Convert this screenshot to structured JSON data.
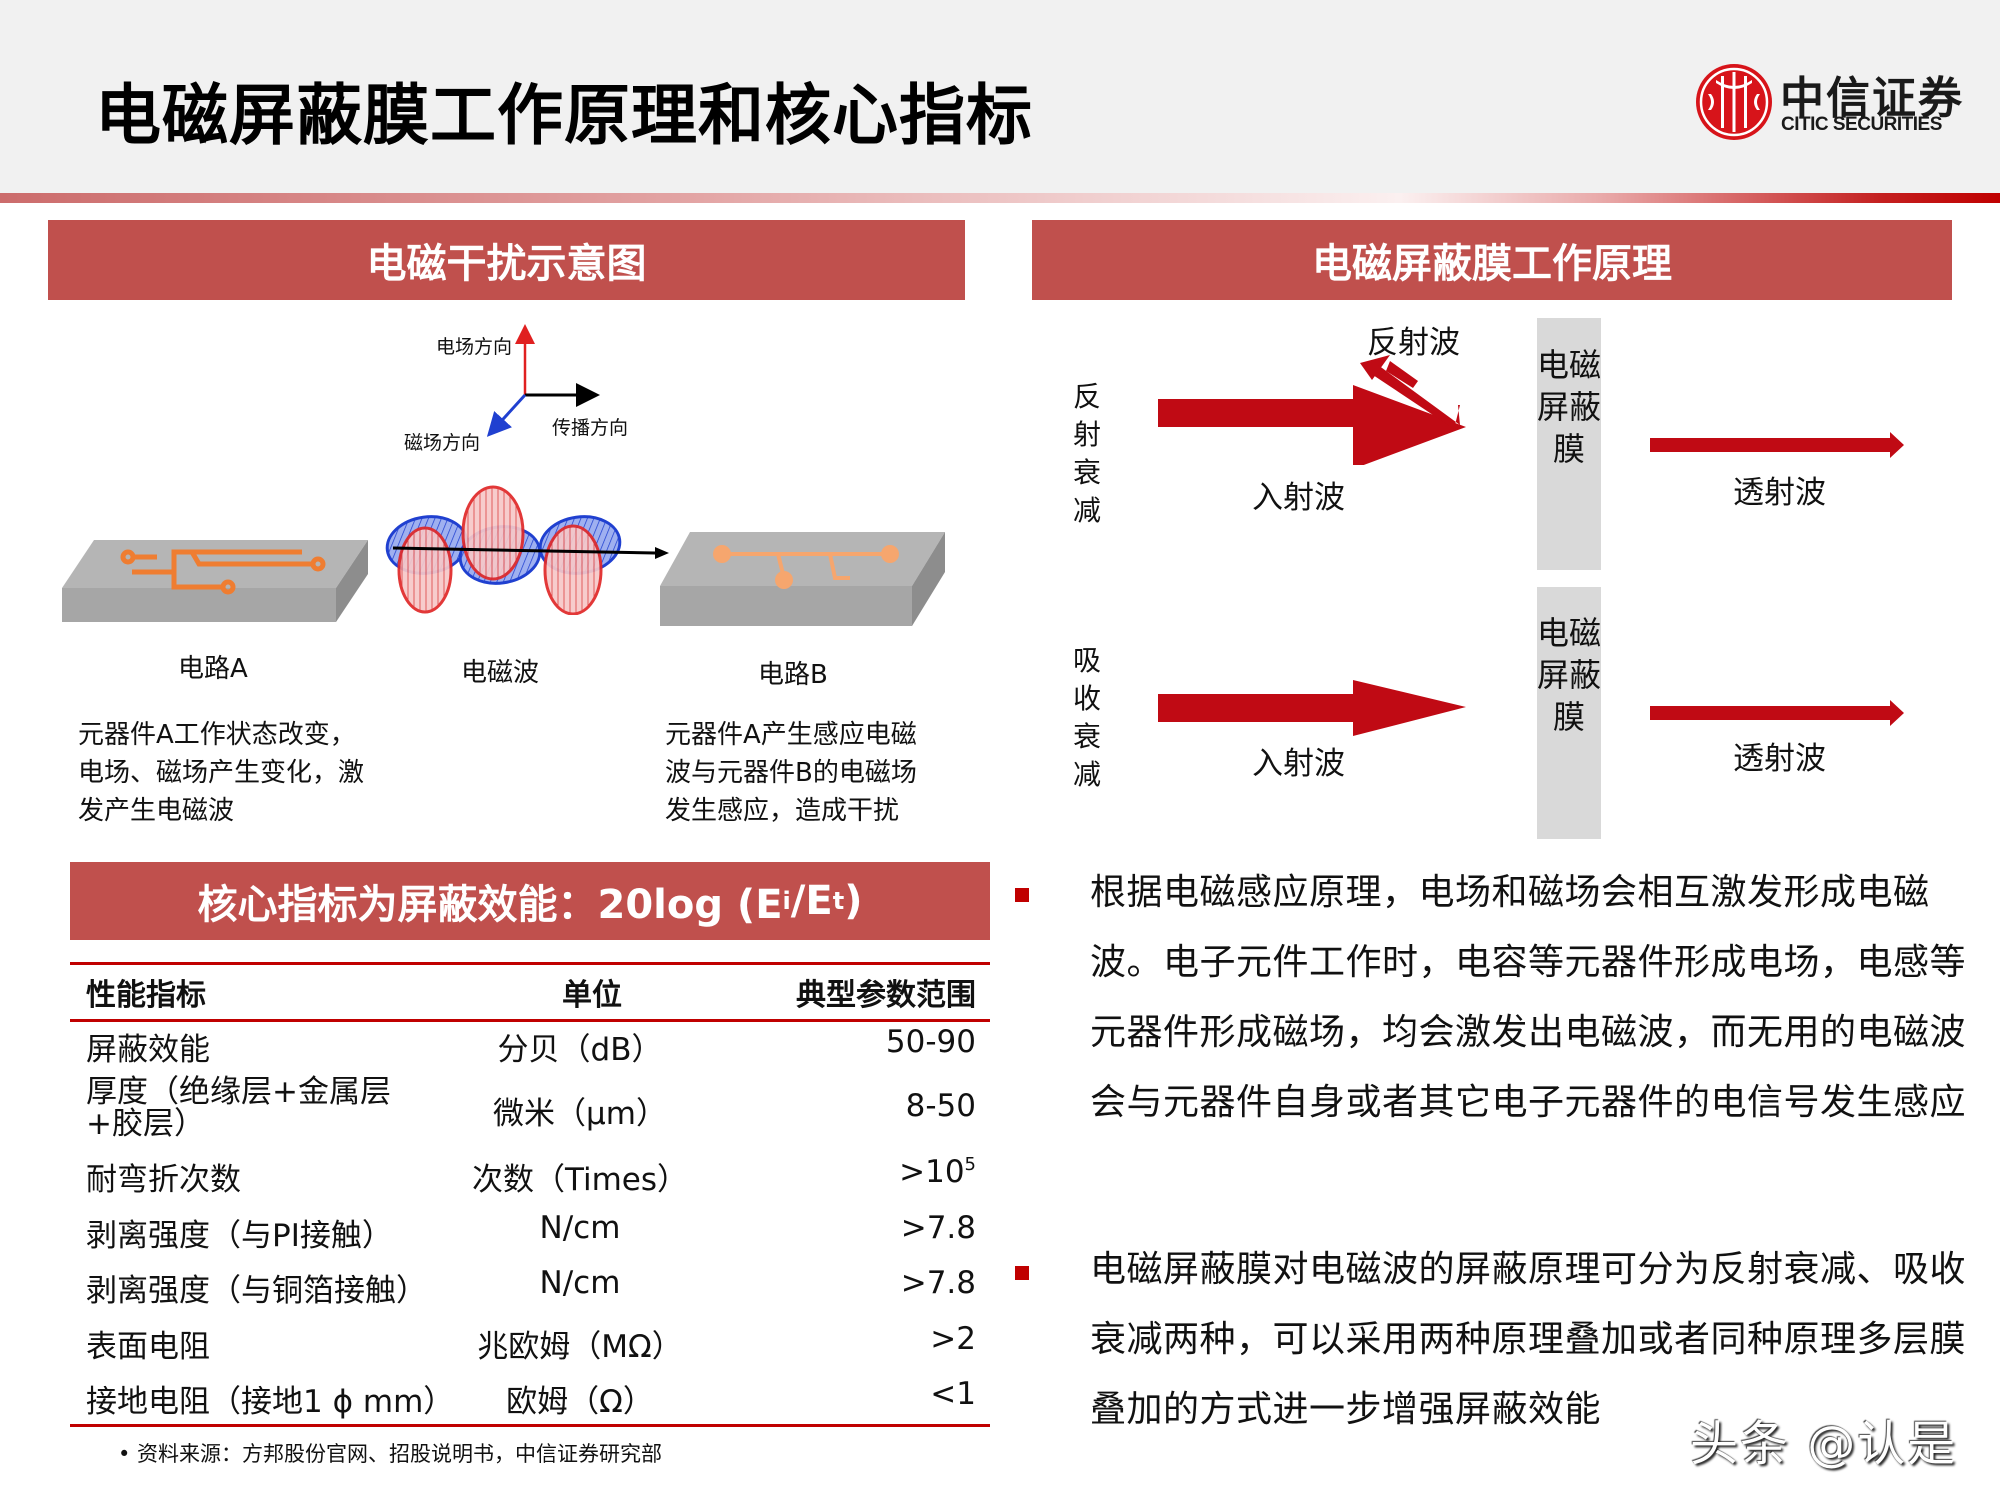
{
  "header": {
    "title": "电磁屏蔽膜工作原理和核心指标",
    "logo": {
      "icon": "citic-logo-icon",
      "name_cn": "中信证券",
      "name_en": "CITIC SECURITIES"
    }
  },
  "colors": {
    "section_header": "#c0504d",
    "accent_red": "#c00000",
    "arrow_red": "#c00a14",
    "film_gray": "#d9d9d9",
    "header_bg": "#f1f1f1"
  },
  "left_panel": {
    "title": "电磁干扰示意图",
    "axes": {
      "electric": "电场方向",
      "propagation": "传播方向",
      "magnetic": "磁场方向"
    },
    "labels": {
      "circuit_a": "电路A",
      "wave": "电磁波",
      "circuit_b": "电路B"
    },
    "desc_a": [
      "元器件A工作状态改变，",
      "电场、磁场产生变化，激",
      "发产生电磁波"
    ],
    "desc_b": [
      "元器件A产生感应电磁",
      "波与元器件B的电磁场",
      "发生感应，造成干扰"
    ]
  },
  "kpi": {
    "title_prefix": "核心指标为屏蔽效能：20log (E",
    "title_sub_i": "i",
    "title_mid": " /E",
    "title_sub_t": "t",
    "title_suffix": ")",
    "columns": [
      "性能指标",
      "单位",
      "典型参数范围"
    ],
    "rows": [
      {
        "metric": "屏蔽效能",
        "unit": "分贝（dB）",
        "range": "50-90"
      },
      {
        "metric": "厚度（绝缘层+金属层+胶层）",
        "unit": "微米（μm）",
        "range": "8-50"
      },
      {
        "metric": "耐弯折次数",
        "unit": "次数（Times）",
        "range": ">10",
        "range_sup": "5"
      },
      {
        "metric": "剥离强度（与PI接触）",
        "unit": "N/cm",
        "range": ">7.8"
      },
      {
        "metric": "剥离强度（与铜箔接触）",
        "unit": "N/cm",
        "range": ">7.8"
      },
      {
        "metric": "表面电阻",
        "unit": "兆欧姆（MΩ）",
        "range": ">2"
      },
      {
        "metric": "接地电阻（接地1 ϕ mm）",
        "unit": "欧姆（Ω）",
        "range": "<1"
      }
    ],
    "source": "•  资料来源：方邦股份官网、招股说明书，中信证券研究部"
  },
  "right_panel": {
    "title": "电磁屏蔽膜工作原理",
    "reflection": {
      "side_label": "反射衰减",
      "reflected": "反射波",
      "incident": "入射波",
      "film": "电磁屏蔽膜",
      "transmitted": "透射波"
    },
    "absorption": {
      "side_label": "吸收衰减",
      "incident": "入射波",
      "film": "电磁屏蔽膜",
      "transmitted": "透射波"
    },
    "bullets": [
      "根据电磁感应原理，电场和磁场会相互激发形成电磁波。电子元件工作时，电容等元器件形成电场，电感等元器件形成磁场，均会激发出电磁波，而无用的电磁波会与元器件自身或者其它电子元器件的电信号发生感应",
      "电磁屏蔽膜对电磁波的屏蔽原理可分为反射衰减、吸收衰减两种，可以采用两种原理叠加或者同种原理多层膜叠加的方式进一步增强屏蔽效能"
    ]
  },
  "watermark": "头条 @认是"
}
